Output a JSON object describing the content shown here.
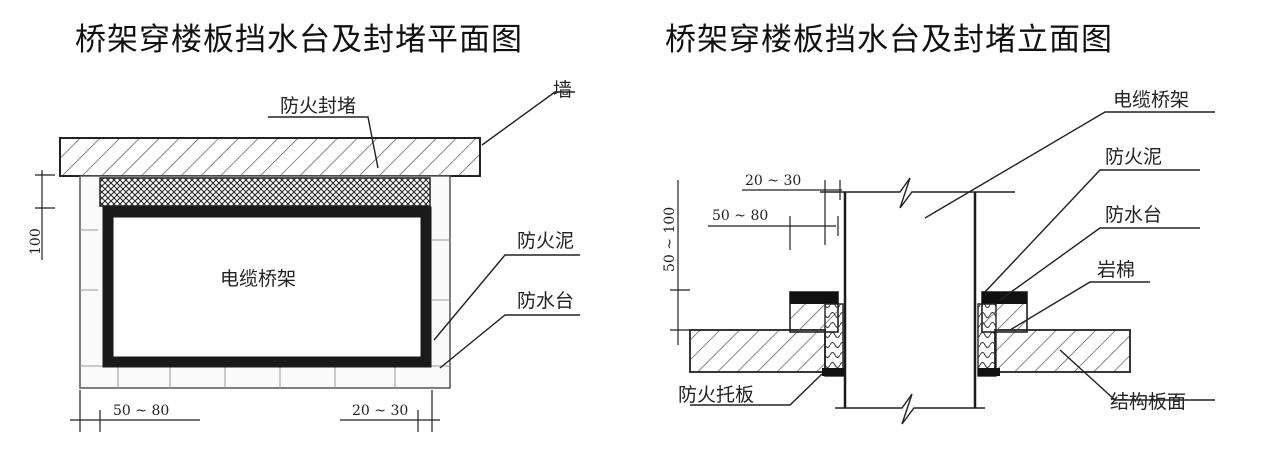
{
  "titles": {
    "plan": "桥架穿楼板挡水台及封堵平面图",
    "elevation": "桥架穿楼板挡水台及封堵立面图"
  },
  "plan": {
    "labels": {
      "fire_seal": "防火封堵",
      "wall": "墙",
      "fire_mud": "防火泥",
      "water_stop": "防水台",
      "cable_tray": "电缆桥架"
    },
    "dims": {
      "height": "100",
      "left_width": "50 ~ 80",
      "right_width": "20 ~ 30"
    }
  },
  "elevation": {
    "labels": {
      "cable_tray": "电缆桥架",
      "fire_mud": "防火泥",
      "water_stop": "防水台",
      "rock_wool": "岩棉",
      "fire_tray": "防火托板",
      "slab_surface": "结构板面"
    },
    "dims": {
      "top": "20 ~ 30",
      "mid": "50 ~ 80",
      "height": "50 ~ 100"
    }
  },
  "colors": {
    "line": "#222222",
    "tray": "#1a1a1a",
    "hatch": "#555555"
  }
}
